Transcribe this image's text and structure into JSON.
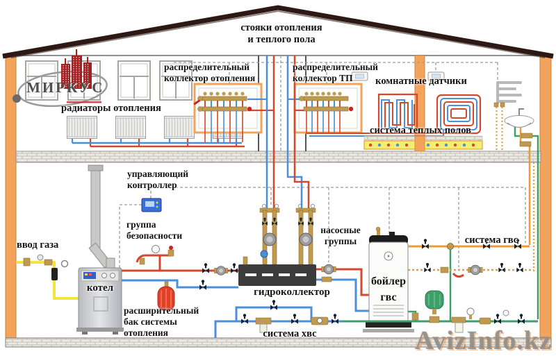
{
  "labels": {
    "risers": {
      "line1": "стояки отопления",
      "line2": "и теплого пола"
    },
    "collector_heating": {
      "line1": "распределительный",
      "line2": "коллектор отопления"
    },
    "collector_floor": {
      "line1": "распределительный",
      "line2": "коллектор ТП"
    },
    "room_sensors": {
      "text": "комнатные датчики"
    },
    "radiators": {
      "text": "радиаторы отопления"
    },
    "floor_system": {
      "text": "система теплых полов"
    },
    "controller": {
      "line1": "управляющий",
      "line2": "контроллер"
    },
    "safety_group": {
      "line1": "группа",
      "line2": "безопасности"
    },
    "gas_inlet": {
      "text": "ввод газа"
    },
    "boiler": {
      "text": "котел"
    },
    "expansion_tank": {
      "line1": "расширительный",
      "line2": "бак системы",
      "line3": "отопления"
    },
    "hydrocollector": {
      "text": "гидроколлектор"
    },
    "pump_groups": {
      "line1": "насосные",
      "line2": "группы"
    },
    "dhw_boiler": {
      "line1": "бойлер",
      "line2": "гвс"
    },
    "dhw_system": {
      "text": "система гвс"
    },
    "cold_water_system": {
      "text": "система хвс"
    }
  },
  "logo": {
    "text": "МИРКУС"
  },
  "watermark": {
    "text": "AvizInfo.kz"
  },
  "colors": {
    "wall_orange": "#f2a45c",
    "roof_dark": "#2e1813",
    "heating_supply_red": "#d4482e",
    "heating_return_blue": "#4a8fd8",
    "gas_yellow": "#f2e53e",
    "cold_water_green": "#3f9f68",
    "dhw_orange": "#ef9a38",
    "brass": "#c09a50",
    "screed_yellow": "#f4ee6e"
  }
}
